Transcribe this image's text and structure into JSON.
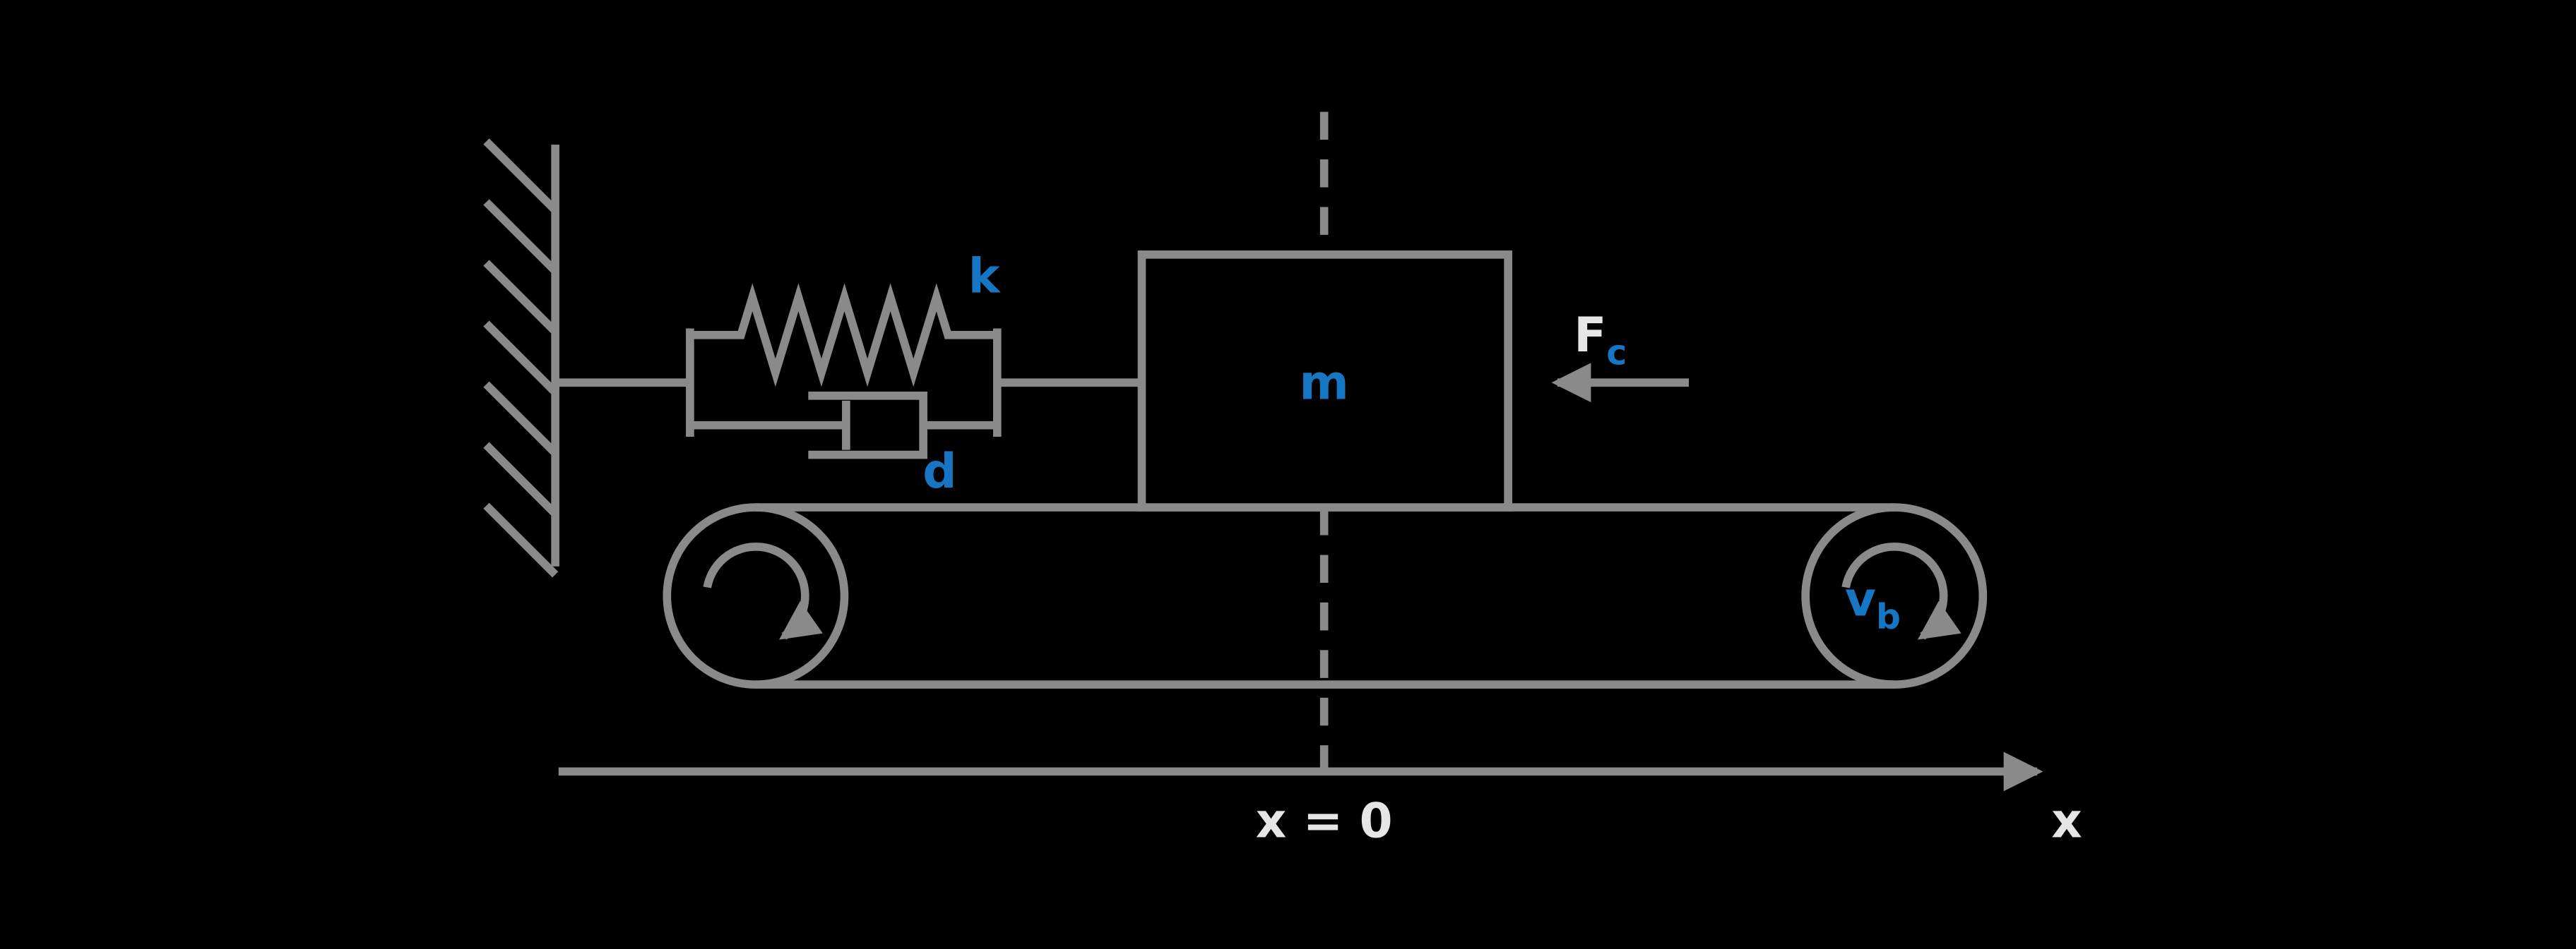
{
  "figure": {
    "background": "#000000",
    "line_color": "#8a8a8a",
    "accent_color": "#1676c3",
    "axis_label_color": "#e6e6e6"
  },
  "labels": {
    "spring": "k",
    "damper": "d",
    "mass": "m",
    "force_main": "F",
    "force_sub": "c",
    "belt_speed_main": "v",
    "belt_speed_sub": "b",
    "origin": "x = 0",
    "axis": "x"
  }
}
